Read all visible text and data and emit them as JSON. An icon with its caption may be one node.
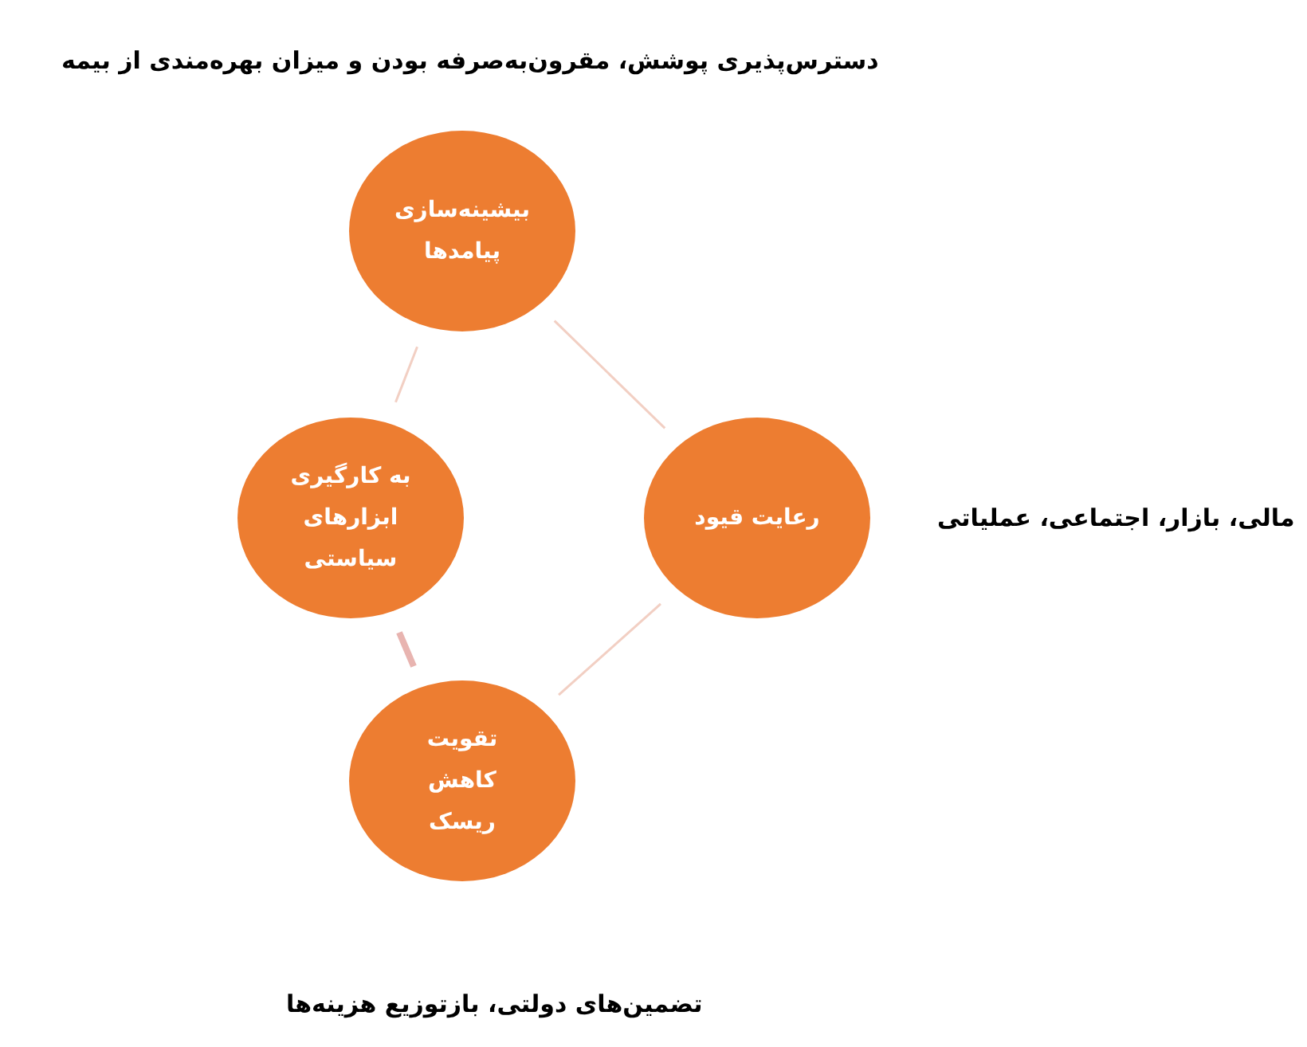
{
  "diagram": {
    "title": "دسترس‌پذیری پوشش، مقرون‌به‌صرفه بودن و میزان بهره‌مندی از بیمه",
    "nodes": [
      {
        "text": [
          "بیشینه‌سازی پیامدها"
        ]
      },
      {
        "text": [
          "رعایت قیود"
        ],
        "beside": [
          "مالی، بازار، اجتماعی، عملیاتی"
        ]
      },
      {
        "text": [
          "به کارگیری ابزارهای سیاستی"
        ]
      },
      {
        "text": [
          "تقویت کاهش ریسک"
        ]
      }
    ],
    "edges": [
      {
        "from": 0,
        "to": 1,
        "arrow": "none"
      },
      {
        "from": 1,
        "to": 3,
        "arrow": "none"
      },
      {
        "from": 3,
        "to": 2,
        "arrow": "none",
        "style": "thick",
        "color": "#e8b4b0"
      },
      {
        "from": 2,
        "to": 0,
        "arrow": "none"
      }
    ],
    "labels": [
      "تضمین‌های دولتی، بازتوزیع هزینه‌ها"
    ]
  }
}
